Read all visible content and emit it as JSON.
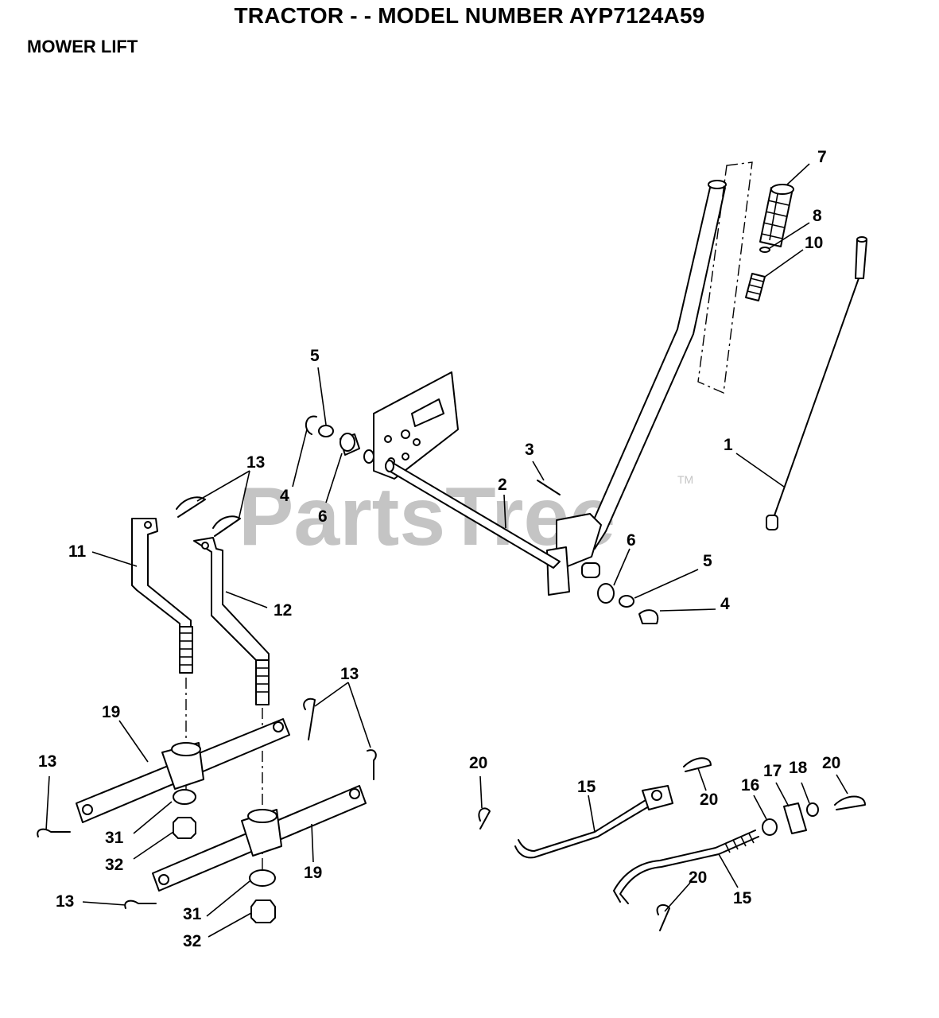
{
  "header": {
    "title": "TRACTOR - - MODEL NUMBER AYP7124A59",
    "section": "MOWER LIFT"
  },
  "watermark": {
    "text": "PartsTree",
    "trademark": "TM"
  },
  "callouts": [
    {
      "id": "c7",
      "label": "7"
    },
    {
      "id": "c8",
      "label": "8"
    },
    {
      "id": "c10",
      "label": "10"
    },
    {
      "id": "c1",
      "label": "1"
    },
    {
      "id": "c5a",
      "label": "5"
    },
    {
      "id": "c4a",
      "label": "4"
    },
    {
      "id": "c6a",
      "label": "6"
    },
    {
      "id": "c3",
      "label": "3"
    },
    {
      "id": "c2",
      "label": "2"
    },
    {
      "id": "c6b",
      "label": "6"
    },
    {
      "id": "c5b",
      "label": "5"
    },
    {
      "id": "c4b",
      "label": "4"
    },
    {
      "id": "c13a",
      "label": "13"
    },
    {
      "id": "c11",
      "label": "11"
    },
    {
      "id": "c12",
      "label": "12"
    },
    {
      "id": "c13b",
      "label": "13"
    },
    {
      "id": "c19a",
      "label": "19"
    },
    {
      "id": "c13c",
      "label": "13"
    },
    {
      "id": "c31a",
      "label": "31"
    },
    {
      "id": "c32a",
      "label": "32"
    },
    {
      "id": "c19b",
      "label": "19"
    },
    {
      "id": "c13d",
      "label": "13"
    },
    {
      "id": "c31b",
      "label": "31"
    },
    {
      "id": "c32b",
      "label": "32"
    },
    {
      "id": "c20a",
      "label": "20"
    },
    {
      "id": "c15a",
      "label": "15"
    },
    {
      "id": "c20b",
      "label": "20"
    },
    {
      "id": "c16",
      "label": "16"
    },
    {
      "id": "c17",
      "label": "17"
    },
    {
      "id": "c18",
      "label": "18"
    },
    {
      "id": "c20c",
      "label": "20"
    },
    {
      "id": "c20d",
      "label": "20"
    },
    {
      "id": "c15b",
      "label": "15"
    }
  ]
}
